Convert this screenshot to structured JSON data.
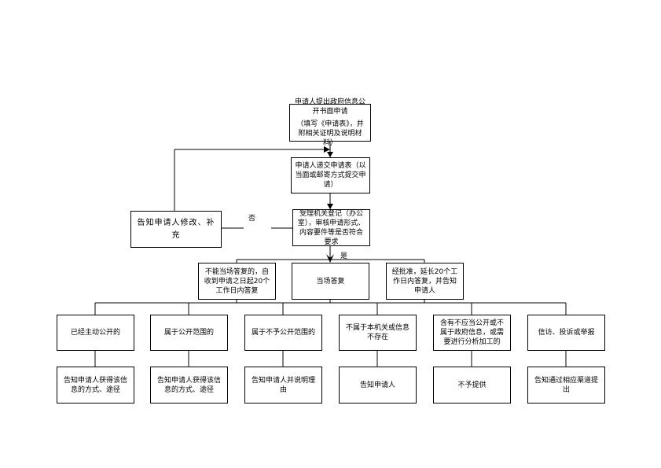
{
  "flow": {
    "apply": {
      "main": "申请人提出政府信息公开书面申请",
      "sub": "（填写《申请表》，并附相关证明及说明材料）"
    },
    "submit": "申请人递交申请表（以当面或邮寄方式提交申请）",
    "register": "受理机关登记（办公室），审核申请形式、内容要件等是否符合要求",
    "notify_revise": "告知申请人修改、补充",
    "label_no": "否",
    "label_yes": "是",
    "branches": {
      "not_immediate": "不能当场答复的，自收到申请之日起20个工作日内答复",
      "immediate": "当场答复",
      "extend": "经批准，延长20个工作日内答复，并告知申请人"
    },
    "categories": [
      {
        "cond": "已经主动公开的",
        "result": "告知申请人获得该信息的方式、途径"
      },
      {
        "cond": "属于公开范围的",
        "result": "告知申请人获得该信息的方式、途径"
      },
      {
        "cond": "属于不予公开范围的",
        "result": "告知申请人并说明理由"
      },
      {
        "cond": "不属于本机关或信息不存在",
        "result": "告知申请人"
      },
      {
        "cond": "含有不应当公开或不属于政府信息，或需要进行分析加工的",
        "result": "不予提供"
      },
      {
        "cond": "信访、投诉或举报",
        "result": "告知通过相应渠道提出"
      }
    ]
  }
}
